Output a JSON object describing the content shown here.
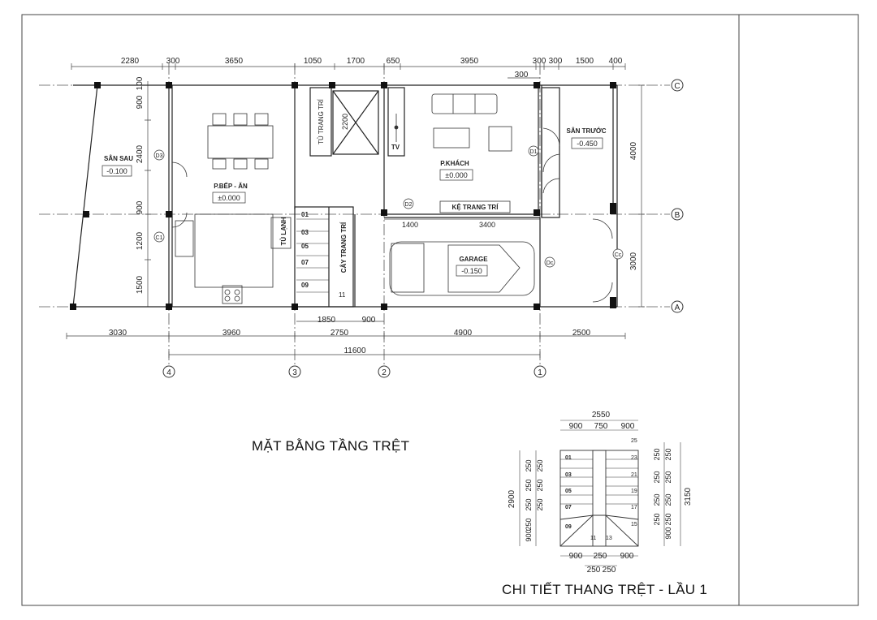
{
  "titles": {
    "plan": "MẶT BẰNG TẦNG TRỆT",
    "stair_detail": "CHI TIẾT THANG TRỆT - LẦU 1"
  },
  "dims": {
    "top": [
      "2280",
      "300",
      "3650",
      "1050",
      "1700",
      "650",
      "3950",
      "300",
      "300",
      "1500",
      "400"
    ],
    "top_extra": "300",
    "bottom_inner": [
      "1850",
      "900"
    ],
    "bottom_mid": [
      "3030",
      "3960",
      "2750",
      "4900",
      "2500"
    ],
    "total": "11600",
    "left": [
      "100",
      "900",
      "2400",
      "900",
      "1200",
      "1500"
    ],
    "right": [
      "4000",
      "3000"
    ],
    "garage": [
      "1400",
      "3400"
    ],
    "lift": "2200"
  },
  "axes": {
    "columns": [
      "4",
      "3",
      "2",
      "1"
    ],
    "rows": [
      "C",
      "B",
      "A"
    ]
  },
  "rooms": {
    "back_yard": "SÂN SAU",
    "back_yard_level": "-0.100",
    "kitchen": "P.BẾP - ĂN",
    "kitchen_level": "±0.000",
    "living": "P.KHÁCH",
    "living_level": "±0.000",
    "front_yard": "SÂN TRƯỚC",
    "front_yard_level": "-0.450",
    "garage": "GARAGE",
    "garage_level": "-0.150",
    "shelf": "KỆ TRANG TRÍ",
    "cabinet": "TỦ TRANG TRÍ",
    "fridge": "TỦ LẠNH",
    "plant": "CÂY TRANG TRÍ",
    "tv": "TV"
  },
  "tags": {
    "d3": "D3",
    "c1": "C1",
    "d1": "D1",
    "d2": "D2",
    "dc": "Dc",
    "cc": "Cc"
  },
  "stair_steps_plan": [
    "01",
    "03",
    "05",
    "07",
    "09",
    "11"
  ],
  "stair_detail": {
    "width_total": "2550",
    "top": [
      "900",
      "750",
      "900"
    ],
    "bottom": [
      "900",
      "250",
      "900"
    ],
    "bottom2": [
      "250",
      "250"
    ],
    "left_total": "2900",
    "left_stack": [
      "250",
      "250",
      "250",
      "250",
      "250",
      "250",
      "250",
      "900"
    ],
    "right_total": "3150",
    "right_stack": [
      "250",
      "250",
      "250",
      "250",
      "250",
      "250",
      "250",
      "250",
      "900"
    ],
    "left_steps": [
      "01",
      "03",
      "05",
      "07",
      "09"
    ],
    "right_steps": [
      "25",
      "23",
      "21",
      "19",
      "17",
      "15"
    ],
    "bottom_steps": [
      "11",
      "13"
    ]
  }
}
